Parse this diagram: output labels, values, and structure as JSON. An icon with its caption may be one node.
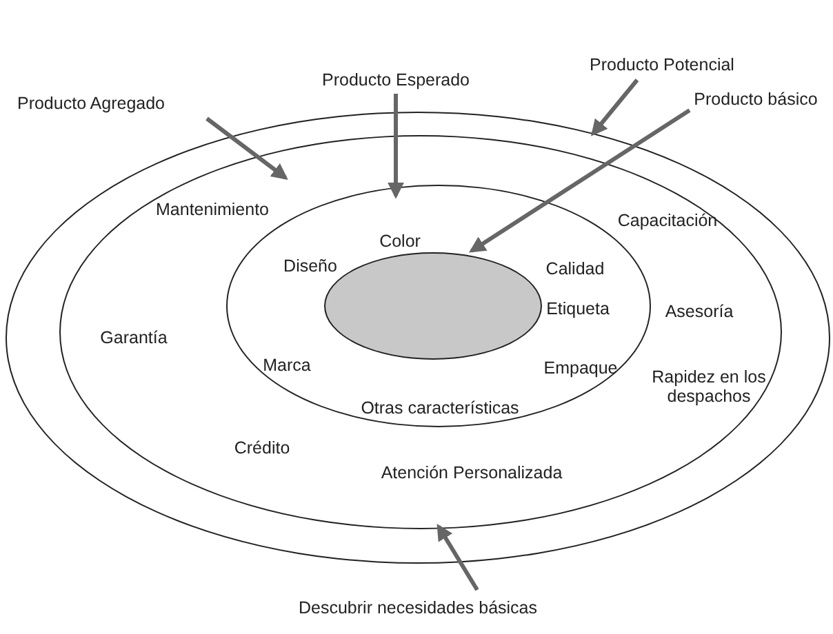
{
  "diagram": {
    "nodes": [
      {
        "text": [],
        "shape": "ellipse"
      },
      {
        "text": [
          "Mantenimiento",
          "Capacitación",
          "Garantía",
          "Asesoría",
          "Rapidez en los despachos",
          "Crédito",
          "Atención Personalizada"
        ],
        "in": 0
      },
      {
        "text": [
          "Color",
          "Diseño",
          "Calidad",
          "Etiqueta",
          "Marca",
          "Empaque",
          "Otras características"
        ],
        "in": 1
      },
      {
        "text": [],
        "shape": "ellipse",
        "in": 2
      },
      {
        "text": [
          "Producto Potencial"
        ]
      },
      {
        "text": [
          "Producto Esperado"
        ]
      },
      {
        "text": [
          "Producto Agregado"
        ]
      },
      {
        "text": [
          "Producto básico"
        ]
      },
      {
        "text": [
          "Descubrir necesidades básicas"
        ]
      }
    ],
    "edges": [
      {
        "from": 4,
        "to": 0,
        "arrow": "to"
      },
      {
        "from": 5,
        "to": 2,
        "arrow": "to"
      },
      {
        "from": 6,
        "to": 1,
        "arrow": "to"
      },
      {
        "from": 7,
        "to": 3,
        "arrow": "to"
      },
      {
        "from": 8,
        "to": 0,
        "arrow": "to"
      }
    ]
  }
}
